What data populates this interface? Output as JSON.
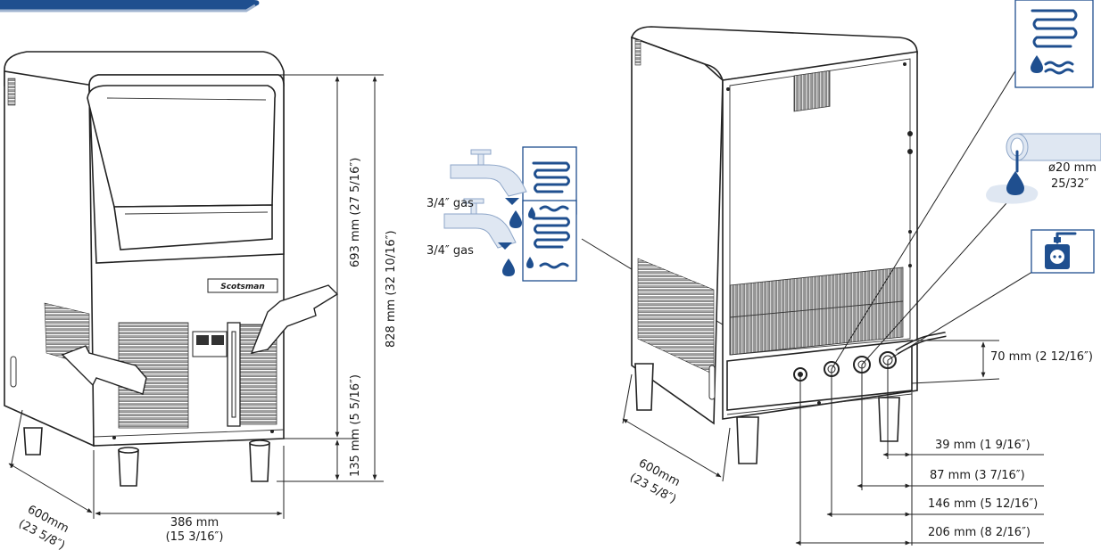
{
  "colors": {
    "brand_blue": "#1f4f8f",
    "pale_blue": "#dfe7f2",
    "line": "#222222"
  },
  "front": {
    "brand_logo": "Scotsman",
    "dim_width": "386 mm",
    "dim_width_in": "(15 3/16″)",
    "dim_depth": "600mm",
    "dim_depth_in": "(23 5/8″)",
    "dim_upper_height": "693 mm (27 5/16″)",
    "dim_lower_height": "135 mm (5 5/16″)",
    "dim_total_height": "828  mm (32 10/16″)"
  },
  "rear": {
    "dim_depth": "600mm",
    "dim_depth_in": "(23 5/8″)",
    "dim_base_height": "70 mm (2 12/16″)",
    "dim_39": "39 mm (1 9/16″)",
    "dim_87": "87 mm (3 7/16″)",
    "dim_146": "146 mm (5 12/16″)",
    "dim_206": "206 mm (8 2/16″)"
  },
  "connections": {
    "water_inlet_1": "3/4″ gas",
    "water_inlet_2": "3/4″ gas",
    "drain_diameter": "ø20 mm",
    "drain_diameter_in": "25/32″"
  },
  "icons": [
    "condenser-coil-icon",
    "water-tap-icon",
    "drain-pipe-icon",
    "power-plug-icon"
  ]
}
